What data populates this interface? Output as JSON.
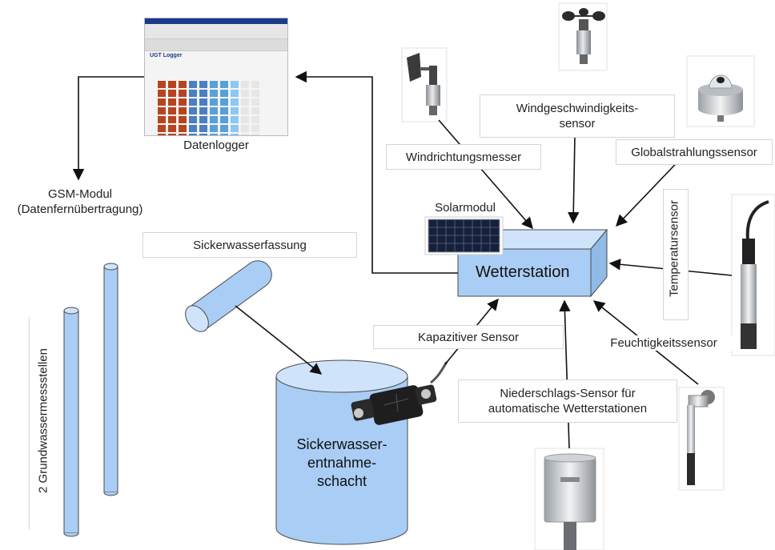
{
  "labels": {
    "datenlogger": "Datenlogger",
    "gsm": "GSM-Modul\n(Datenfernübertragung)",
    "sickerwasserfassung": "Sickerwasserfassung",
    "grundwasser": "2 Grundwassermessstellen",
    "windrichtung": "Windrichtungsmesser",
    "windgeschw": "Windgeschwindigkeits-\nsensor",
    "globalstrahlung": "Globalstrahlungssensor",
    "temperatur": "Temperatursensor",
    "solarmodul": "Solarmodul",
    "wetterstation": "Wetterstation",
    "kapazitiv": "Kapazitiver Sensor",
    "feuchtigkeit": "Feuchtigkeitssensor",
    "niederschlag": "Niederschlags-Sensor für\nautomatische Wetterstationen",
    "schacht": "Sickerwasser-\nentnahme-\nschacht"
  },
  "logger_screen": {
    "title": "UGT Logger"
  },
  "colors": {
    "component_fill": "#a9cdf4",
    "component_stroke": "#4a4a4a",
    "arrow": "#111111",
    "label_border": "#d6d6d6"
  }
}
